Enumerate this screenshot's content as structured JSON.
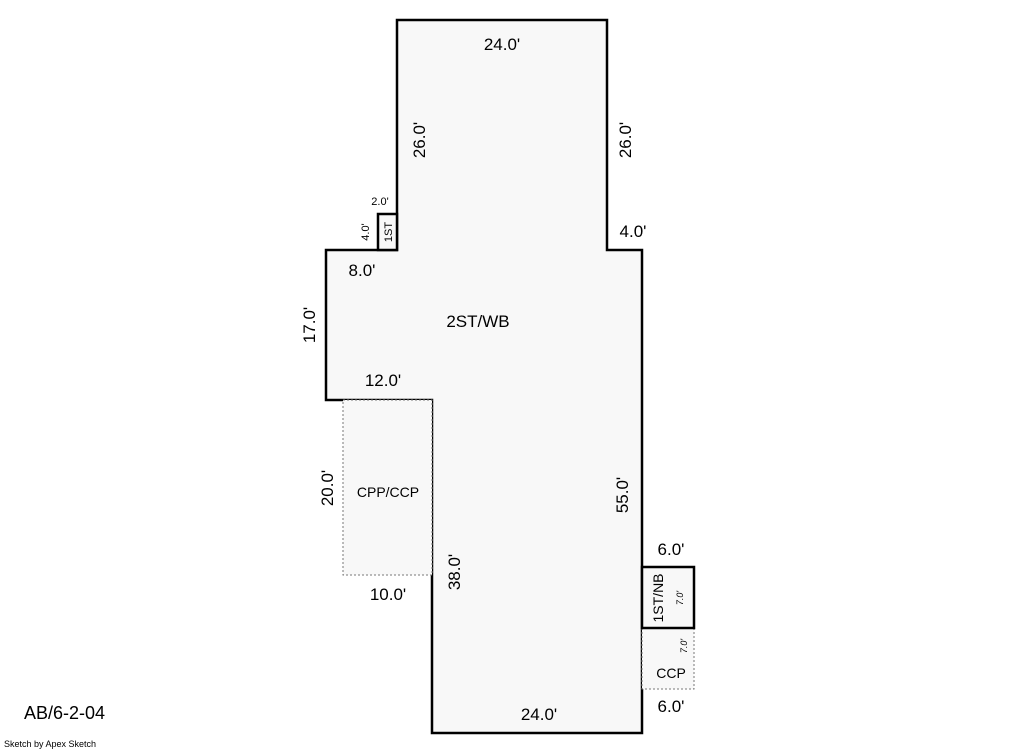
{
  "sketch": {
    "main_area": "2ST/WB",
    "dims": {
      "top": "24.0'",
      "left_upper": "26.0'",
      "right_upper": "26.0'",
      "step_right": "4.0'",
      "step_left_top": "8.0'",
      "left_mid": "17.0'",
      "step_left_bottom": "12.0'",
      "right_long": "55.0'",
      "inner_left": "38.0'",
      "bottom": "24.0'"
    },
    "small_1st": {
      "label": "1ST",
      "width": "2.0'",
      "height": "4.0'"
    },
    "cpp": {
      "label": "CPP/CCP",
      "height": "20.0'",
      "width": "10.0'"
    },
    "nb": {
      "label": "1ST/NB",
      "width": "6.0'",
      "height": "7.0'"
    },
    "ccp": {
      "label": "CCP",
      "width": "6.0'",
      "height": "7.0'"
    },
    "colors": {
      "fill": "#f8f8f8",
      "stroke": "#000000"
    }
  },
  "footer": {
    "label": "AB/6-2-04",
    "credit": "Sketch by Apex Sketch"
  }
}
